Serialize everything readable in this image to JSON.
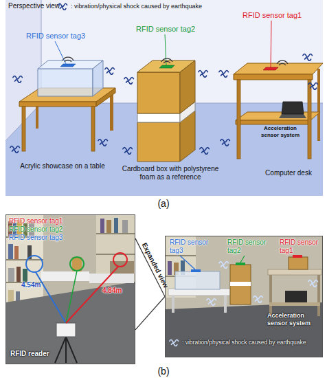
{
  "diagram": {
    "nodes": [
      {
        "text": [
          "Perspective view",
          "RFID sensor tag3",
          "RFID sensor tag2",
          "RFID sensor tag1",
          "Acceleration sensor system",
          "Acrylic showcase on a table",
          "Cardboard box with polystyrene foam as a reference",
          "Computer desk"
        ]
      },
      {
        "text": [
          "RFID sensor tag1",
          "RFID sensor tag2",
          "RFID sensor tag3",
          "4.54m",
          "4.84m",
          "RFID reader"
        ]
      },
      {
        "text": [
          "RFID sensor tag3",
          "RFID sensor tag2",
          "RFID sensor tag1",
          "Acceleration sensor system"
        ]
      }
    ],
    "edges": [
      {
        "from": 1,
        "to": 2,
        "label": "Expanded view",
        "arrow": "none"
      }
    ],
    "labels": [
      "(a)",
      "(b)"
    ],
    "legend": [
      {
        "text": ": vibration/physical shock caused by earthquake"
      },
      {
        "text": ": vibration/physical shock caused by earthquake"
      }
    ]
  }
}
